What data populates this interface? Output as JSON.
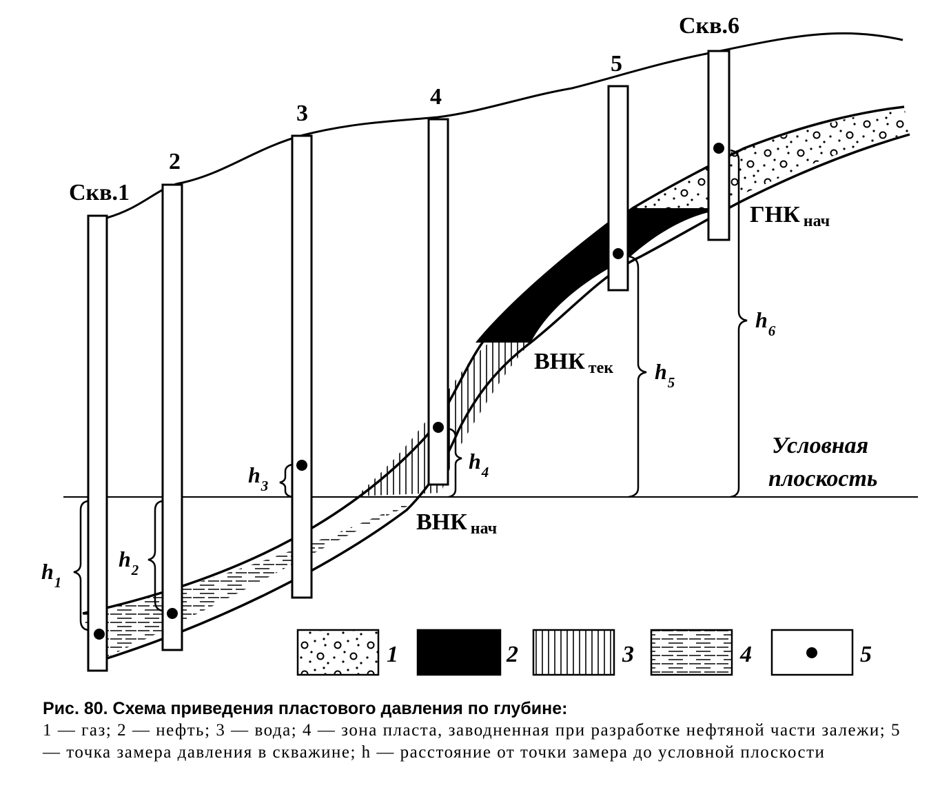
{
  "wells": {
    "w1": "Скв.1",
    "w2": "2",
    "w3": "3",
    "w4": "4",
    "w5": "5",
    "w6": "Скв.6"
  },
  "contacts": {
    "gnk": {
      "main": "ГНК",
      "sub": "нач"
    },
    "vnk_tek": {
      "main": "ВНК",
      "sub": "тек"
    },
    "vnk_nach": {
      "main": "ВНК",
      "sub": "нач"
    }
  },
  "h_labels": {
    "h1": {
      "main": "h",
      "sub": "1"
    },
    "h2": {
      "main": "h",
      "sub": "2"
    },
    "h3": {
      "main": "h",
      "sub": "3"
    },
    "h4": {
      "main": "h",
      "sub": "4"
    },
    "h5": {
      "main": "h",
      "sub": "5"
    },
    "h6": {
      "main": "h",
      "sub": "6"
    }
  },
  "plane_label": {
    "line1": "Условная",
    "line2": "плоскость"
  },
  "legend": [
    {
      "number": "1",
      "pattern": "gas"
    },
    {
      "number": "2",
      "pattern": "oil"
    },
    {
      "number": "3",
      "pattern": "water"
    },
    {
      "number": "4",
      "pattern": "flooded-zone"
    },
    {
      "number": "5",
      "pattern": "measurement-point"
    }
  ],
  "caption": {
    "title": "Рис. 80. Схема приведения пластового давления по глубине:",
    "text": "1 — газ; 2 — нефть; 3 — вода; 4 — зона пласта, заводненная при разработке нефтяной части залежи; 5 — точка замера давления в скважине; h — расстояние от точки замера до условной плоскости"
  },
  "colors": {
    "ink": "#000000",
    "paper": "#ffffff"
  }
}
